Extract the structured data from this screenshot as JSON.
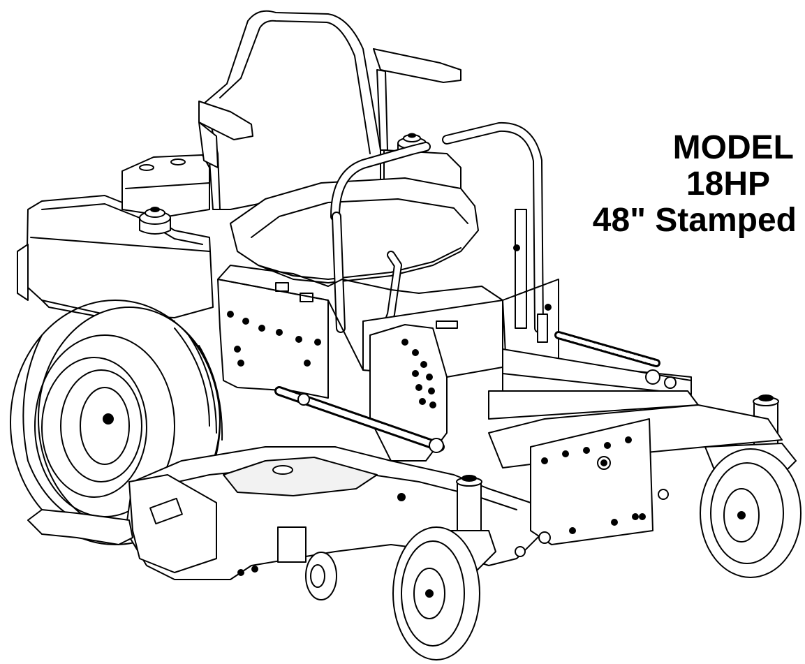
{
  "label": {
    "line1": "MODEL",
    "line2": "18HP",
    "line3": "48\" Stamped"
  },
  "colors": {
    "ink": "#000000",
    "paper": "#ffffff"
  }
}
